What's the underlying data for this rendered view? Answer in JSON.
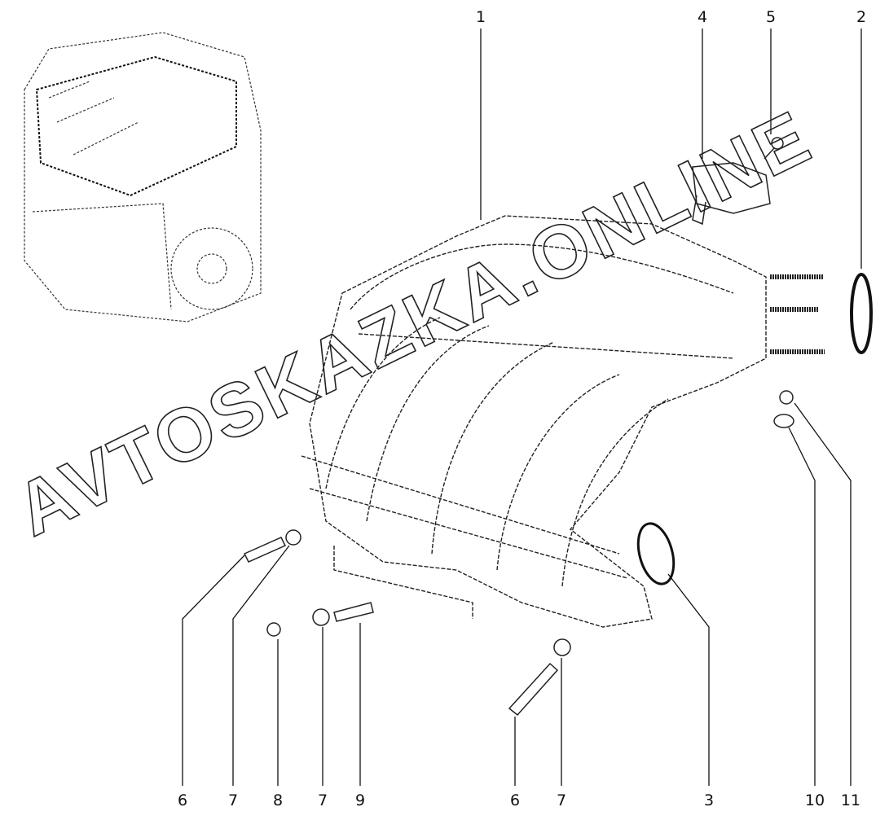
{
  "diagram": {
    "watermark": "AVTOSKAZKA.ONLINE",
    "callouts_top": [
      "1",
      "4",
      "5",
      "2"
    ],
    "callouts_bottom": [
      "6",
      "7",
      "8",
      "7",
      "9",
      "6",
      "7",
      "3",
      "10",
      "11"
    ]
  }
}
